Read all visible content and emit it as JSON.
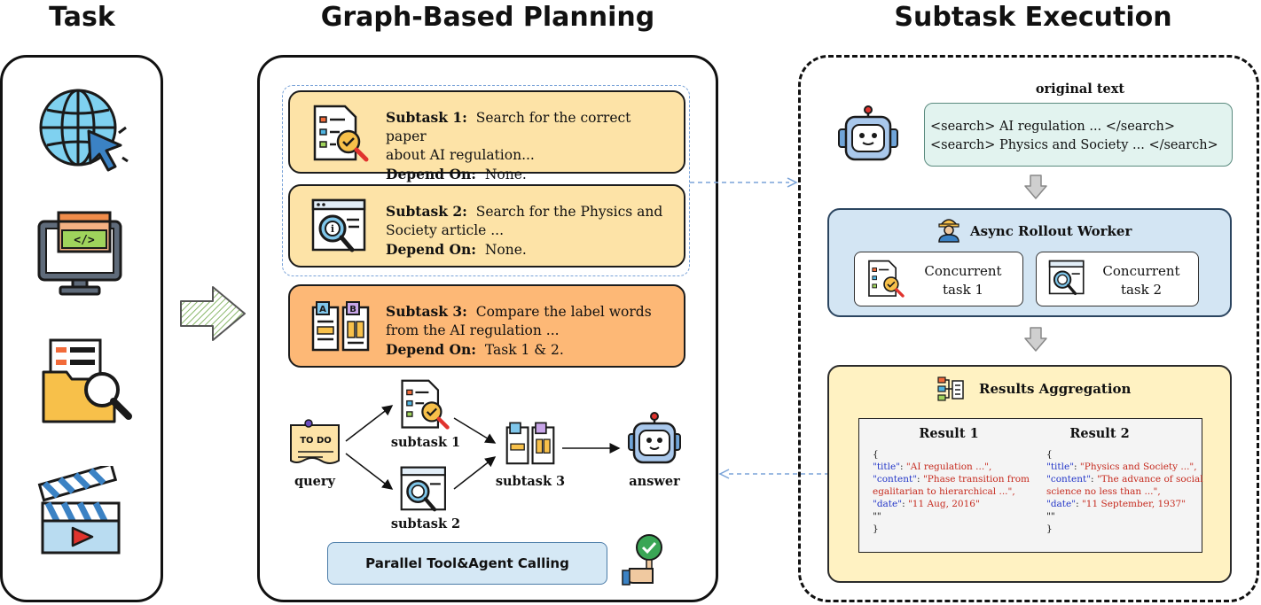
{
  "headers": {
    "task": "Task",
    "planning": "Graph-Based Planning",
    "execution": "Subtask Execution"
  },
  "subtasks": [
    {
      "title": "Subtask 1:",
      "desc_line1": "Search for the correct paper",
      "desc_line2": "about AI regulation...",
      "depend_label": "Depend On:",
      "depend_value": "None."
    },
    {
      "title": "Subtask 2:",
      "desc_line1": "Search for the Physics and",
      "desc_line2": "Society article ...",
      "depend_label": "Depend On:",
      "depend_value": "None."
    },
    {
      "title": "Subtask 3:",
      "desc_line1": "Compare the label words",
      "desc_line2": "from the AI regulation ...",
      "depend_label": "Depend On:",
      "depend_value": "Task 1 & 2."
    }
  ],
  "graph": {
    "query": "query",
    "subtask1": "subtask 1",
    "subtask2": "subtask 2",
    "subtask3": "subtask 3",
    "answer": "answer",
    "todo": "TO DO",
    "parallel_button": "Parallel Tool&Agent Calling"
  },
  "execution": {
    "original_title": "original text",
    "search_line1": "<search> AI regulation ... </search>",
    "search_line2": "<search> Physics and Society ... </search>",
    "rollout_title": "Async Rollout Worker",
    "concurrent1_line1": "Concurrent",
    "concurrent1_line2": "task 1",
    "concurrent2_line1": "Concurrent",
    "concurrent2_line2": "task 2",
    "aggregation_title": "Results Aggregation",
    "result1_title": "Result 1",
    "result2_title": "Result 2",
    "result1": {
      "open": "{",
      "title_key": "\"title\"",
      "title_val": "\"AI regulation ...\",",
      "content_key": "\"content\"",
      "content_val1": "\"Phase transition from",
      "content_val2": "egalitarian to hierarchical ...\",",
      "date_key": "\"date\"",
      "date_val": "\"11 Aug, 2016\"",
      "quotes": "\"\"",
      "close": "}"
    },
    "result2": {
      "open": "{",
      "title_key": "\"title\"",
      "title_val": "\"Physics and Society ...\",",
      "content_key": "\"content\"",
      "content_val1": "\"The advance of social",
      "content_val2": "science no less than ...\",",
      "date_key": "\"date\"",
      "date_val": "\"11 September, 1937\"",
      "quotes": "\"\"",
      "close": "}"
    },
    "sep": ": "
  },
  "colors": {
    "subtask_light": "#fde3a7",
    "subtask_dark": "#fdb876",
    "original_bg": "#e2f3ef",
    "rollout_bg": "#d3e5f3",
    "aggregation_bg": "#fff2c2",
    "button_bg": "#d5e8f5",
    "dashed_blue": "#7aa3d8"
  }
}
